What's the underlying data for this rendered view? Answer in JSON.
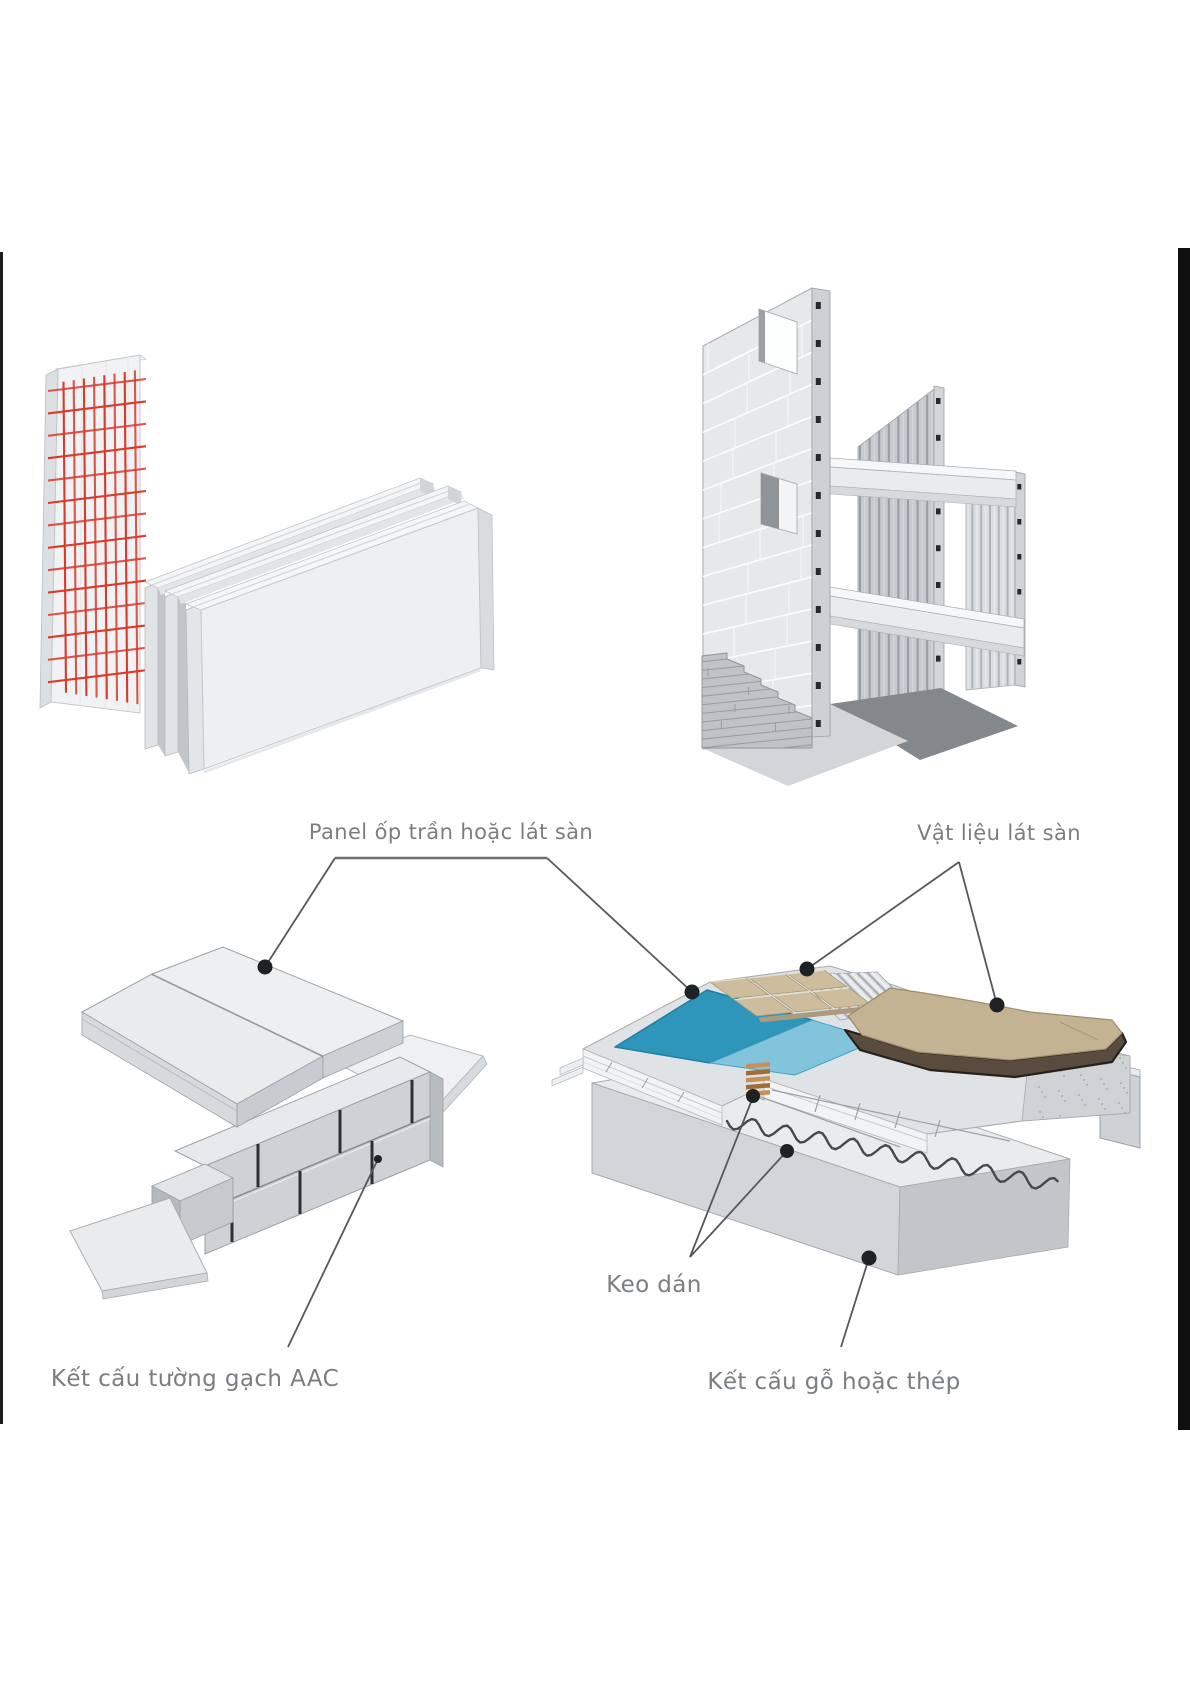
{
  "labels": {
    "panel_ceiling_floor": "Panel ốp trần hoặc lát sàn",
    "floor_material": "Vật liệu lát sàn",
    "aac_wall_structure": "Kết cấu tường gạch AAC",
    "adhesive": "Keo dán",
    "wood_steel_structure": "Kết cấu gỗ hoặc thép"
  },
  "figures": {
    "top_left": "aac-mesh-reinforced-panel-and-stacked-aac-panels",
    "top_right": "aac-panel-building-assembly",
    "bottom_left": "aac-ceiling-panels-on-block-wall",
    "bottom_right": "aac-floor-assembly-layers"
  },
  "colors": {
    "background": "#ffffff",
    "edge_bar": "#141414",
    "label_text": "#7b7e81",
    "leader_line": "#55585c",
    "leader_dot": "#1f2224",
    "mesh_red": "#d93a2b",
    "aac_light": "#eef0f1",
    "aac_mid": "#d8dbde",
    "aac_dark": "#b9bec2",
    "blue_dark": "#2d96ba",
    "blue_light": "#82c4dc",
    "tile_tan": "#cdbd9d",
    "floor_khaki": "#c4b392",
    "underlay_brown": "#5a4b3f",
    "glue_tan": "#c98f55"
  }
}
